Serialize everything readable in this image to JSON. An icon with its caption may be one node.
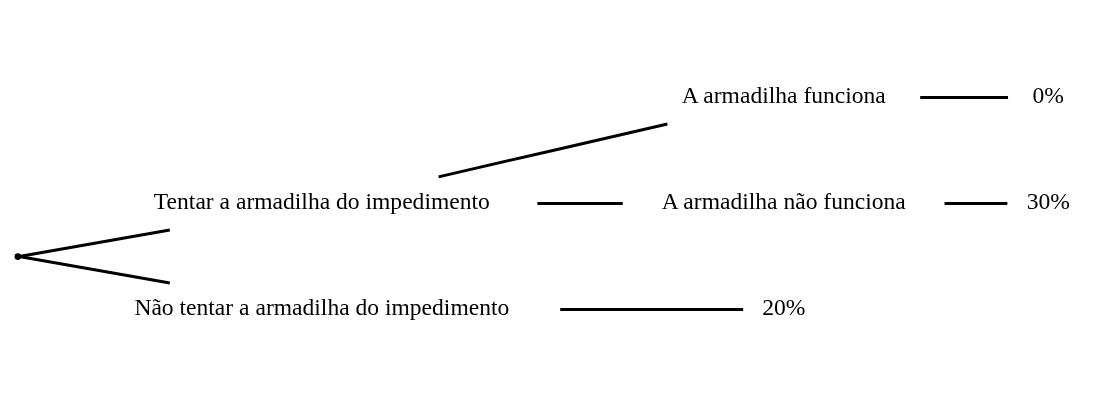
{
  "diagram": {
    "nodes": [
      {
        "text": [],
        "shape": "point"
      },
      {
        "text": [
          "Tentar a armadilha do impedimento"
        ]
      },
      {
        "text": [
          "A armadilha funciona"
        ]
      },
      {
        "text": [
          "0%"
        ]
      },
      {
        "text": [
          "A armadilha não funciona"
        ]
      },
      {
        "text": [
          "30%"
        ]
      },
      {
        "text": [
          "Não tentar a armadilha do impedimento"
        ]
      },
      {
        "text": [
          "20%"
        ]
      }
    ],
    "edges": [
      {
        "from": 0,
        "to": 1,
        "arrow": "none"
      },
      {
        "from": 0,
        "to": 6,
        "arrow": "none"
      },
      {
        "from": 1,
        "to": 2,
        "arrow": "none"
      },
      {
        "from": 1,
        "to": 4,
        "arrow": "none"
      },
      {
        "from": 2,
        "to": 3,
        "arrow": "none"
      },
      {
        "from": 4,
        "to": 5,
        "arrow": "none"
      },
      {
        "from": 6,
        "to": 7,
        "arrow": "none"
      }
    ]
  }
}
